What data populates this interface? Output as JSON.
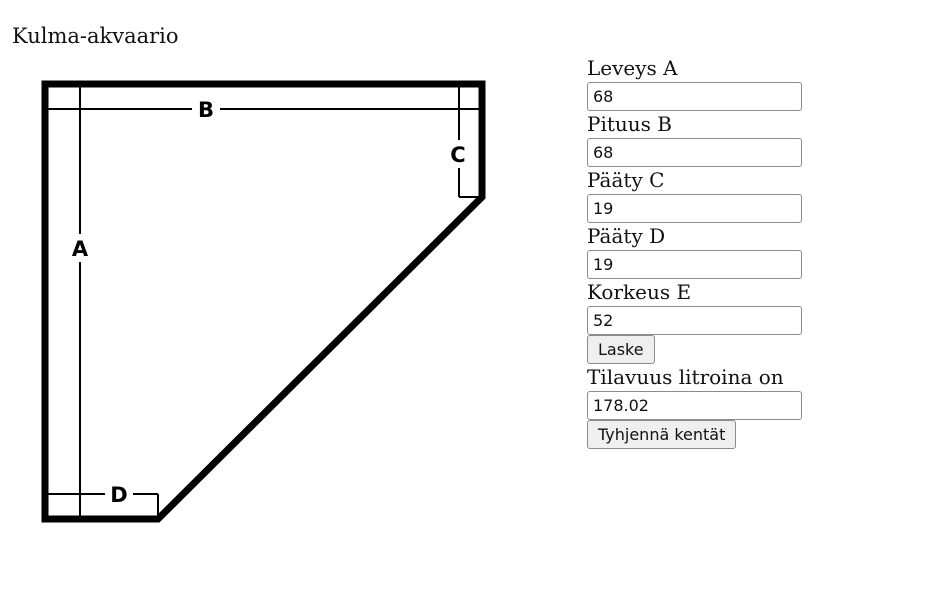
{
  "page": {
    "title": "Kulma-akvaario"
  },
  "diagram": {
    "labels": {
      "a": "A",
      "b": "B",
      "c": "C",
      "d": "D"
    }
  },
  "form": {
    "fields": [
      {
        "label": "Leveys A",
        "value": "68"
      },
      {
        "label": "Pituus B",
        "value": "68"
      },
      {
        "label": "Pääty C",
        "value": "19"
      },
      {
        "label": "Pääty D",
        "value": "19"
      },
      {
        "label": "Korkeus E",
        "value": "52"
      }
    ],
    "calculate_label": "Laske",
    "result_label": "Tilavuus litroina on",
    "result_value": "178.02",
    "clear_label": "Tyhjennä kentät"
  }
}
